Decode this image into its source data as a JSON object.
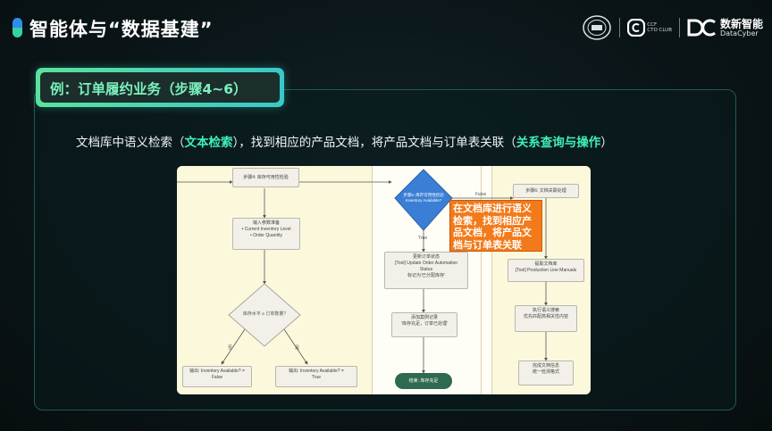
{
  "header": {
    "title": "智能体与“数据基建”",
    "logos": {
      "cto_line1": "CCF",
      "cto_line2": "CTO CLUB",
      "datacyber_cn": "数新智能",
      "datacyber_en": "DataCyber"
    }
  },
  "section": {
    "tag": "例：订单履约业务（步骤4~6）",
    "desc_part1": "文档库中语义检索（",
    "desc_hl1": "文本检索",
    "desc_part2": "），找到相应的产品文档，将产品文档与订单表关联（",
    "desc_hl2": "关系查询与操作",
    "desc_part3": "）"
  },
  "flowchart": {
    "step4": "步骤4: 库存可用性检验",
    "prep": "输入参数准备\n• Current Inventory Level\n• Order Quantity",
    "decision1": "库存水平 ≥ 订单数量?",
    "label_no": "否",
    "label_yes": "是",
    "out_false": "输出: Inventory Available? =\nFalse",
    "out_true": "输出: Inventory Available? =\nTrue",
    "step5": "步骤5: 库存可用性检验\nInventory Available?",
    "label_true": "True",
    "label_false": "False",
    "update": "更新订单状态\n[Tool] Update Order Automation\nStatus\n标记为'已分配库存'",
    "record": "添加案例记录\n'库存充足，订单已处理'",
    "end": "结束: 库存充足",
    "step6": "步骤6: 文档关联处理",
    "fetch": "提取文档库\n[Tool] Production Line Manuals",
    "search": "执行语义搜索\n优先匹配高相关性内容",
    "done": "完成文档信息\n统一检测格式",
    "callout": "在文档库进行语义检索，找到相应产品文档，将产品文档与订单表关联"
  },
  "colors": {
    "accent_green": "#3ff0b7",
    "callout_orange": "#f27a1a",
    "decision_blue": "#3a7fd5"
  }
}
